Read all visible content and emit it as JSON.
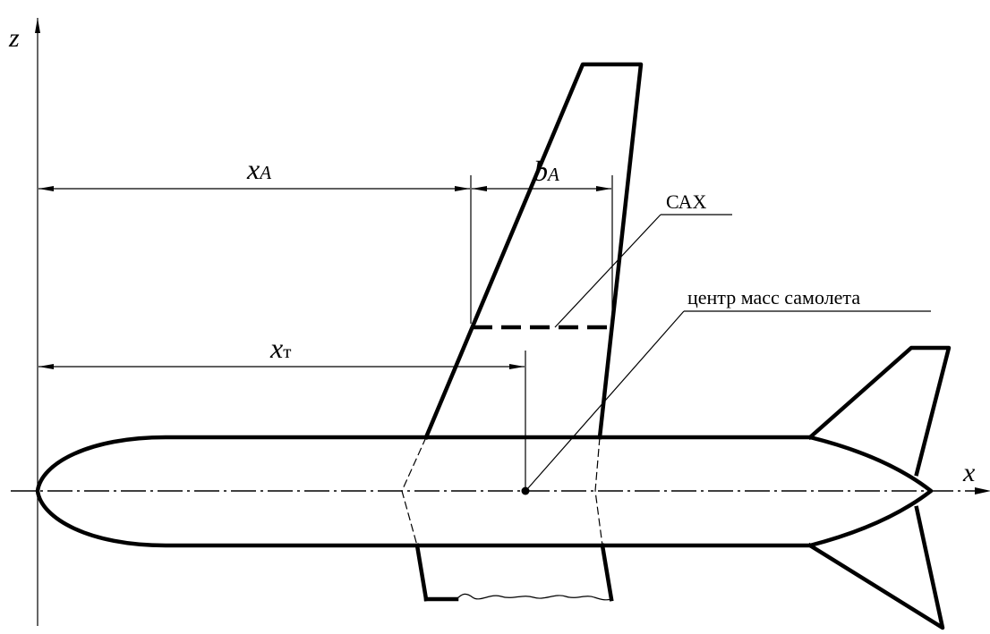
{
  "axes": {
    "x_label": "x",
    "z_label": "z"
  },
  "dimensions": {
    "xA_main": "x",
    "xA_sub": "A",
    "bA_main": "b",
    "bA_sub": "A",
    "xT_main": "x",
    "xT_sub": "т"
  },
  "callouts": {
    "sax": "САХ",
    "center_of_mass": "центр масс самолета"
  }
}
